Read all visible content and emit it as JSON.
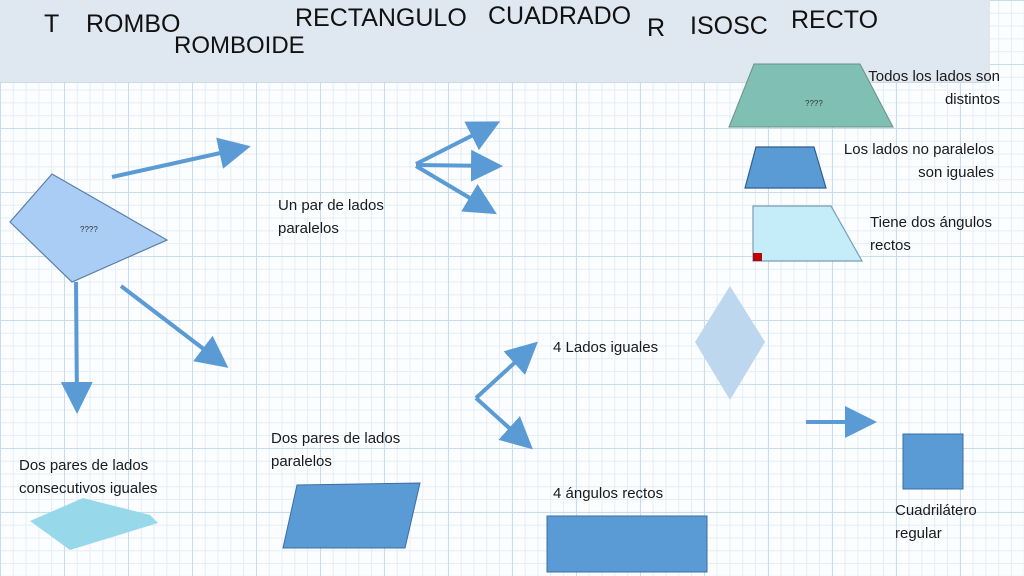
{
  "header": {
    "words": [
      "T",
      "ROMBO",
      "RECTANGULO",
      "CUADRADO",
      "R",
      "ISOSC",
      "RECTO",
      "ROMBOIDE"
    ]
  },
  "labels": {
    "un_par": "Un par de lados paralelos",
    "dos_pares_paralelos": "Dos pares de lados paralelos",
    "dos_pares_consecutivos": "Dos pares de lados consecutivos iguales",
    "cuatro_lados": "4  Lados iguales",
    "cuatro_angulos": "4 ángulos rectos",
    "todos_distintos": "Todos los lados son distintos",
    "no_paralelos_iguales": "Los lados no paralelos son iguales",
    "dos_angulos_rectos": "Tiene dos ángulos rectos",
    "cuadrilatero_regular": "Cuadrilátero regular"
  },
  "shape_text": {
    "main": "????",
    "trapezoid": "????"
  },
  "colors": {
    "arrow": "#5b9bd5",
    "main_quad": "#a9cdf5",
    "scalene_trap": "#7fbfb4",
    "isosceles_trap": "#5b9bd5",
    "right_trap": "#c5ecf9",
    "right_angle_mark": "#c00000",
    "rhombus": "#bdd7ee",
    "parallelogram": "#5b9bd5",
    "rectangle": "#5b9bd5",
    "square": "#5b9bd5",
    "kite": "#97d9ea"
  }
}
